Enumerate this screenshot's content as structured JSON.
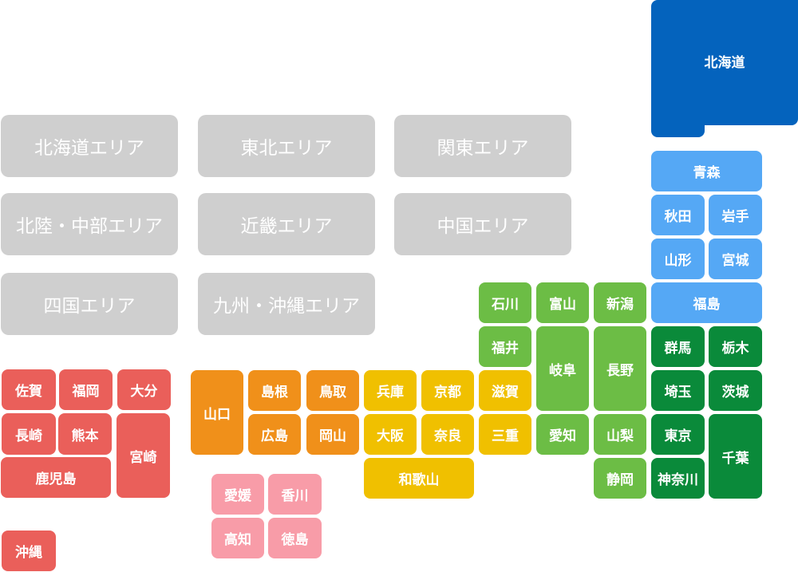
{
  "colors": {
    "hokkaido": "#0463bd",
    "tohoku": "#55a8f5",
    "kanto": "#0a8a3a",
    "chubu": "#6cbd45",
    "kinki": "#f0c000",
    "chugoku": "#f0901a",
    "shikoku": "#f89ca8",
    "kyushu": "#ea5f5a",
    "area_button": "#cfcfcf"
  },
  "areas": [
    "北海道エリア",
    "東北エリア",
    "関東エリア",
    "北陸・中部エリア",
    "近畿エリア",
    "中国エリア",
    "四国エリア",
    "九州・沖縄エリア"
  ],
  "hokkaido": "北海道",
  "prefectures": [
    {
      "name": "青森",
      "region": "tohoku"
    },
    {
      "name": "秋田",
      "region": "tohoku"
    },
    {
      "name": "岩手",
      "region": "tohoku"
    },
    {
      "name": "山形",
      "region": "tohoku"
    },
    {
      "name": "宮城",
      "region": "tohoku"
    },
    {
      "name": "福島",
      "region": "tohoku"
    },
    {
      "name": "群馬",
      "region": "kanto"
    },
    {
      "name": "栃木",
      "region": "kanto"
    },
    {
      "name": "埼玉",
      "region": "kanto"
    },
    {
      "name": "茨城",
      "region": "kanto"
    },
    {
      "name": "東京",
      "region": "kanto"
    },
    {
      "name": "神奈川",
      "region": "kanto"
    },
    {
      "name": "千葉",
      "region": "kanto"
    },
    {
      "name": "石川",
      "region": "chubu"
    },
    {
      "name": "富山",
      "region": "chubu"
    },
    {
      "name": "新潟",
      "region": "chubu"
    },
    {
      "name": "福井",
      "region": "chubu"
    },
    {
      "name": "岐阜",
      "region": "chubu"
    },
    {
      "name": "長野",
      "region": "chubu"
    },
    {
      "name": "愛知",
      "region": "chubu"
    },
    {
      "name": "山梨",
      "region": "chubu"
    },
    {
      "name": "静岡",
      "region": "chubu"
    },
    {
      "name": "兵庫",
      "region": "kinki"
    },
    {
      "name": "京都",
      "region": "kinki"
    },
    {
      "name": "滋賀",
      "region": "kinki"
    },
    {
      "name": "大阪",
      "region": "kinki"
    },
    {
      "name": "奈良",
      "region": "kinki"
    },
    {
      "name": "三重",
      "region": "kinki"
    },
    {
      "name": "和歌山",
      "region": "kinki"
    },
    {
      "name": "山口",
      "region": "chugoku"
    },
    {
      "name": "島根",
      "region": "chugoku"
    },
    {
      "name": "鳥取",
      "region": "chugoku"
    },
    {
      "name": "広島",
      "region": "chugoku"
    },
    {
      "name": "岡山",
      "region": "chugoku"
    },
    {
      "name": "愛媛",
      "region": "shikoku"
    },
    {
      "name": "香川",
      "region": "shikoku"
    },
    {
      "name": "高知",
      "region": "shikoku"
    },
    {
      "name": "徳島",
      "region": "shikoku"
    },
    {
      "name": "佐賀",
      "region": "kyushu"
    },
    {
      "name": "福岡",
      "region": "kyushu"
    },
    {
      "name": "大分",
      "region": "kyushu"
    },
    {
      "name": "長崎",
      "region": "kyushu"
    },
    {
      "name": "熊本",
      "region": "kyushu"
    },
    {
      "name": "宮崎",
      "region": "kyushu"
    },
    {
      "name": "鹿児島",
      "region": "kyushu"
    },
    {
      "name": "沖縄",
      "region": "kyushu"
    }
  ]
}
